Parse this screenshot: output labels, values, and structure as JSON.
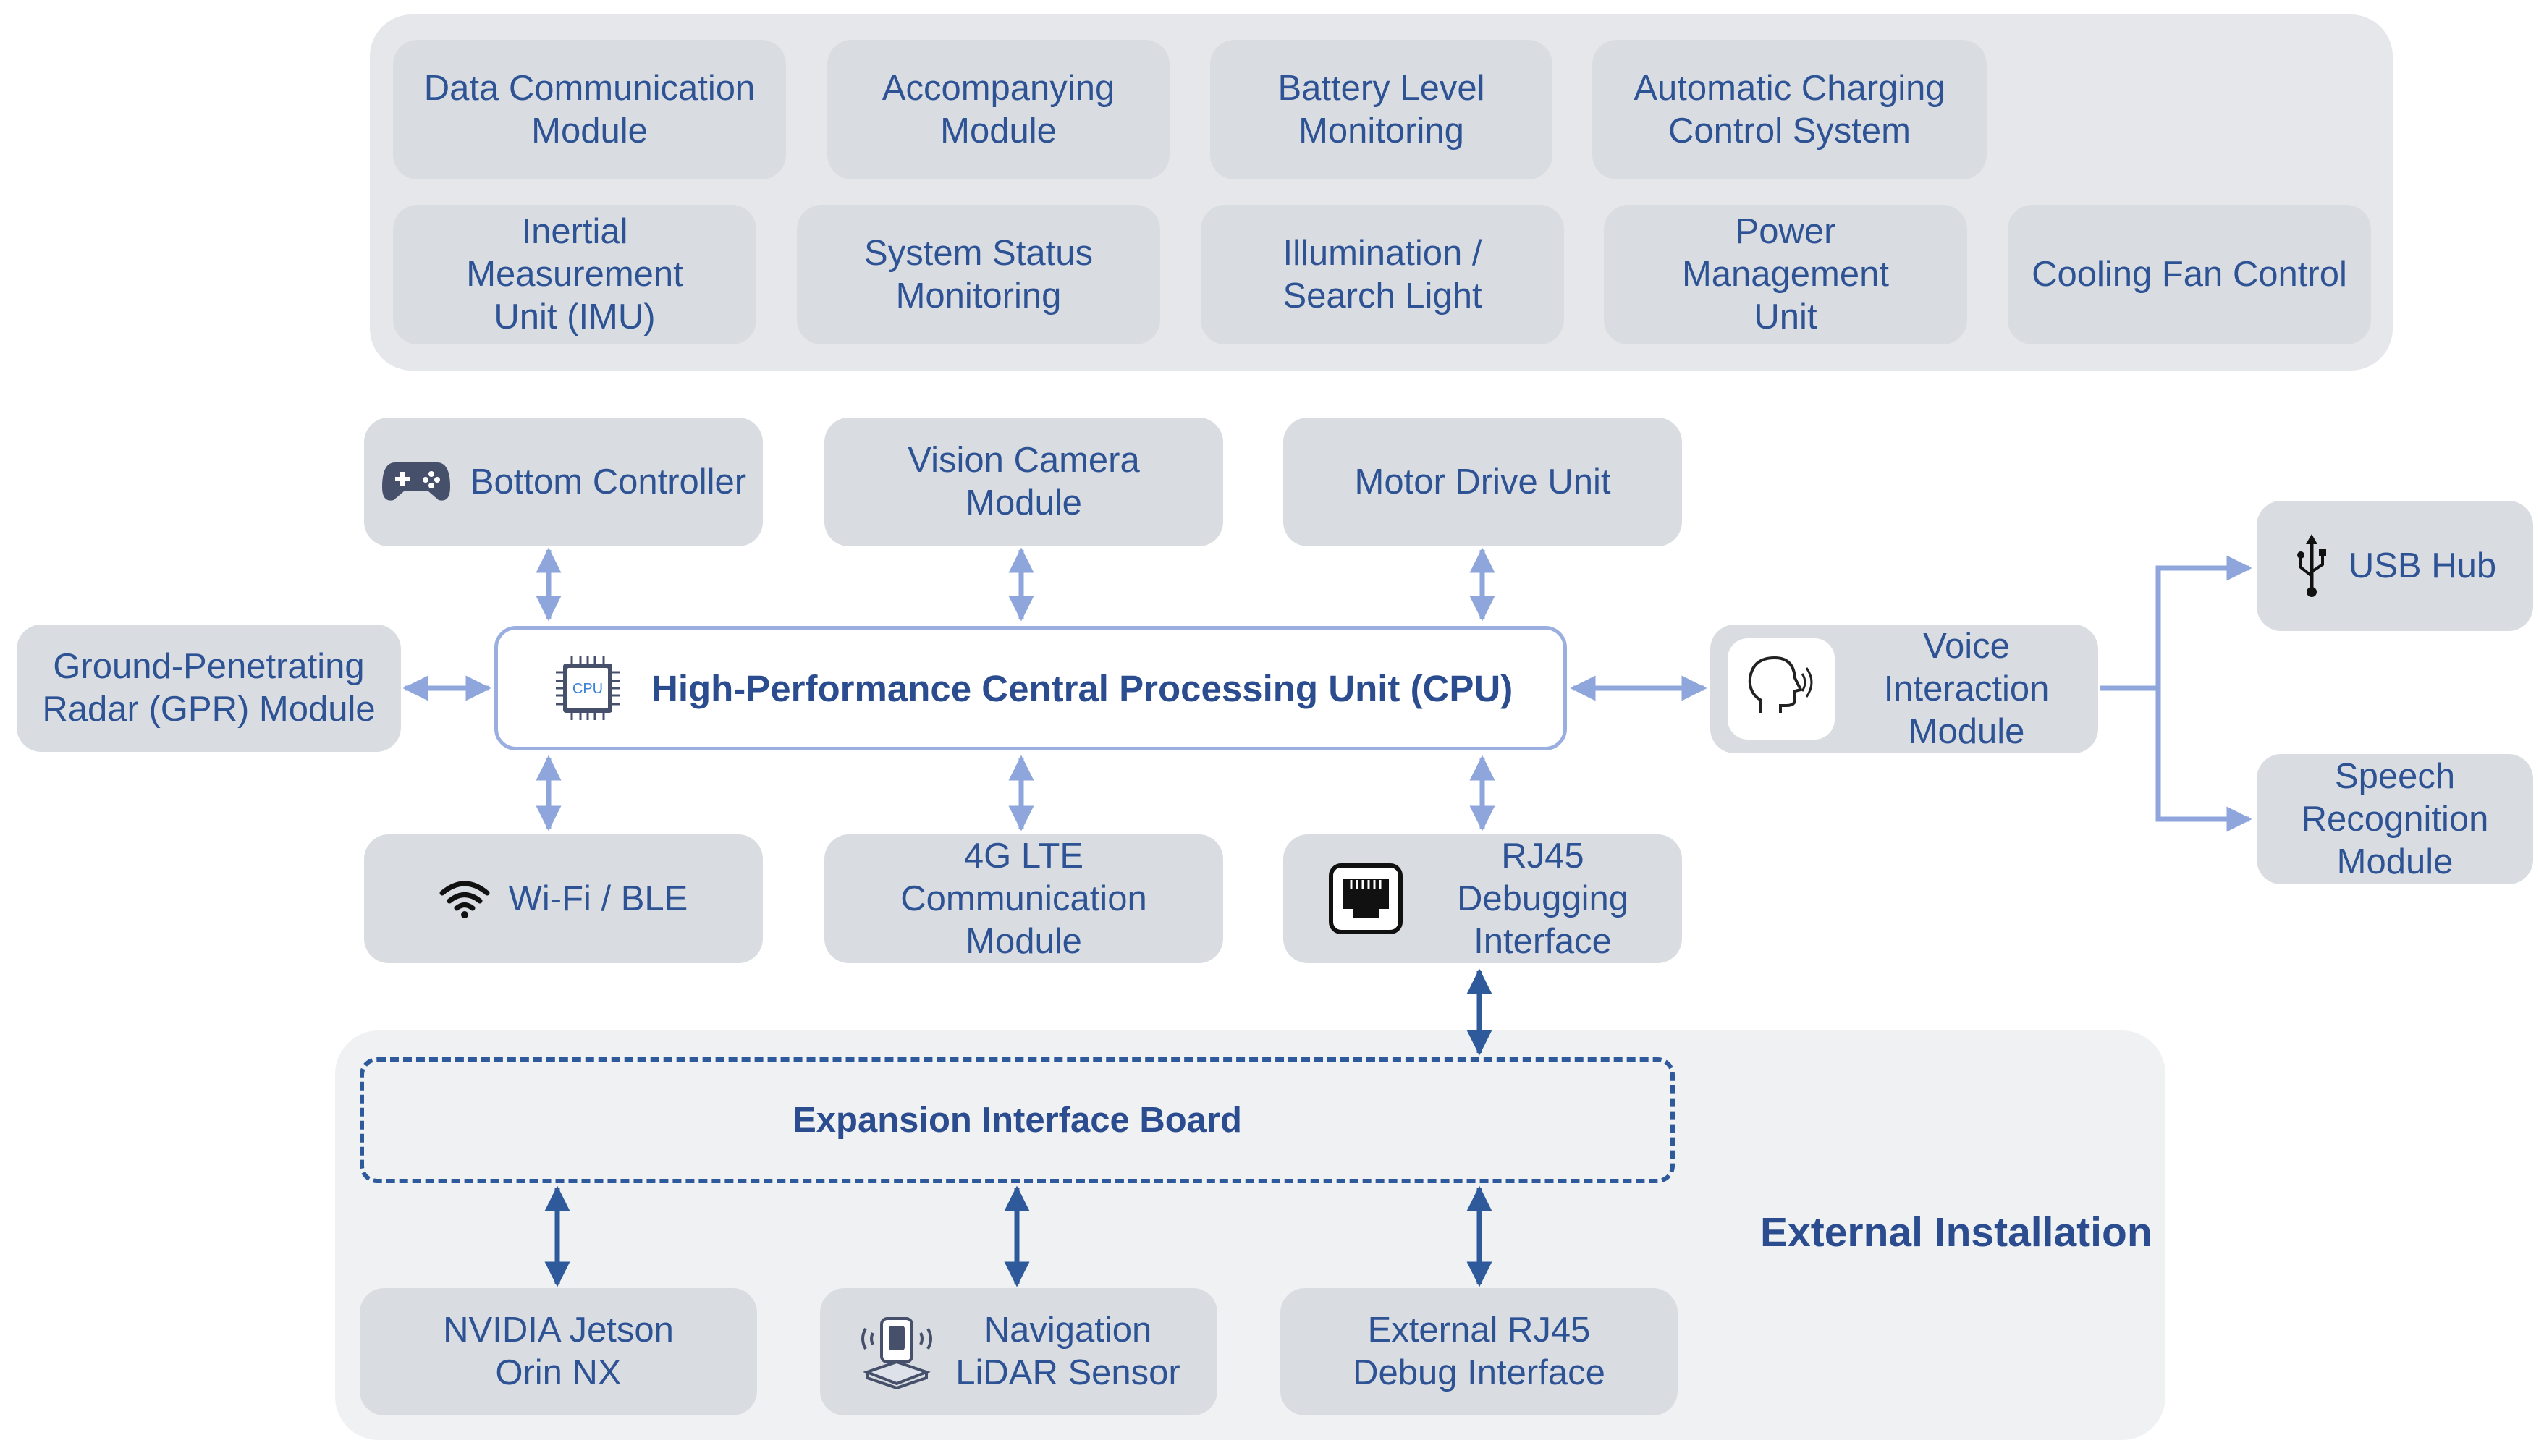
{
  "top_modules": {
    "row1": [
      "Data Communication\nModule",
      "Accompanying\nModule",
      "Battery Level\nMonitoring",
      "Automatic Charging\nControl System"
    ],
    "row2": [
      "Inertial\nMeasurement\nUnit (IMU)",
      "System Status\nMonitoring",
      "Illumination /\nSearch Light",
      "Power\nManagement\nUnit",
      "Cooling Fan Control"
    ]
  },
  "core": {
    "bottom_controller": "Bottom Controller",
    "vision_camera": "Vision Camera\nModule",
    "motor_drive": "Motor Drive Unit",
    "gpr": "Ground-Penetrating\nRadar (GPR) Module",
    "cpu": "High-Performance Central Processing Unit (CPU)",
    "cpu_icon_text": "CPU",
    "wifi": "Wi-Fi / BLE",
    "lte": "4G LTE\nCommunication\nModule",
    "rj45": "RJ45\nDebugging\nInterface",
    "voice": "Voice\nInteraction\nModule",
    "usb_hub": "USB Hub",
    "speech": "Speech\nRecognition\nModule"
  },
  "external": {
    "title": "External Installation",
    "expansion_board": "Expansion Interface Board",
    "jetson": "NVIDIA Jetson\nOrin NX",
    "lidar": "Navigation\nLiDAR Sensor",
    "ext_rj45": "External RJ45\nDebug Interface"
  },
  "colors": {
    "text": "#2e5395",
    "box": "#d9dce1",
    "panel": "#e6e7ea",
    "arrow_light": "#8ea6dc",
    "arrow_dark": "#2e5a9c"
  }
}
